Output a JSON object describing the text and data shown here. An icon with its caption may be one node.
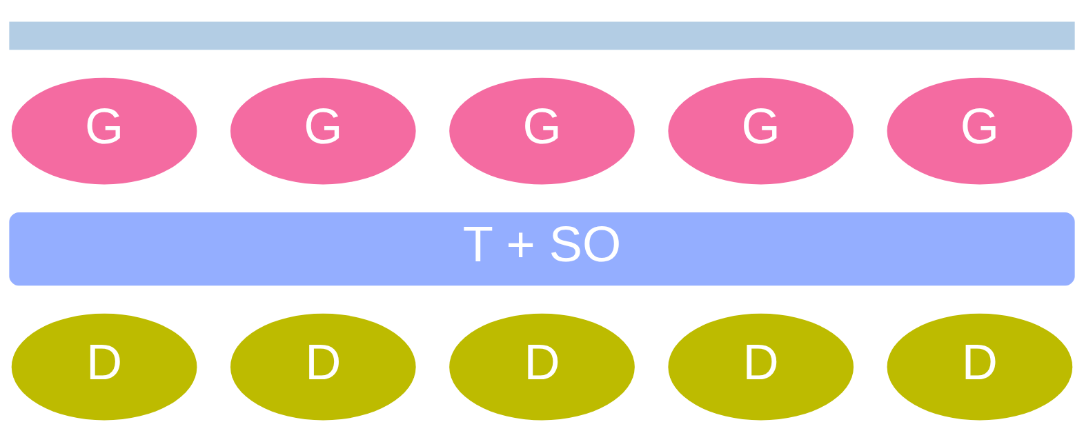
{
  "diagram": {
    "nodes": [
      {
        "text": [],
        "shape": "bar"
      },
      {
        "text": [
          "G"
        ]
      },
      {
        "text": [
          "G"
        ]
      },
      {
        "text": [
          "G"
        ]
      },
      {
        "text": [
          "G"
        ]
      },
      {
        "text": [
          "G"
        ]
      },
      {
        "text": [
          "T + SO"
        ]
      },
      {
        "text": [
          "D"
        ]
      },
      {
        "text": [
          "D"
        ]
      },
      {
        "text": [
          "D"
        ]
      },
      {
        "text": [
          "D"
        ]
      },
      {
        "text": [
          "D"
        ]
      }
    ]
  }
}
